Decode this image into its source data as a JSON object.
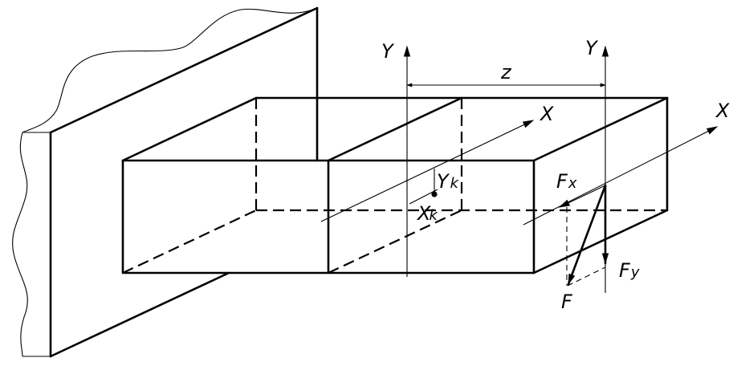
{
  "labels": {
    "y_left": "Y",
    "y_right": "Y",
    "z": "z",
    "x_mid": "X",
    "x_right": "X",
    "yk": "Y",
    "yk_sub": "k",
    "xk": "X",
    "xk_sub": "k",
    "fx": "F",
    "fx_sub": "x",
    "fy": "F",
    "fy_sub": "y",
    "f": "F"
  },
  "colors": {
    "stroke": "#000000",
    "background": "#ffffff"
  }
}
